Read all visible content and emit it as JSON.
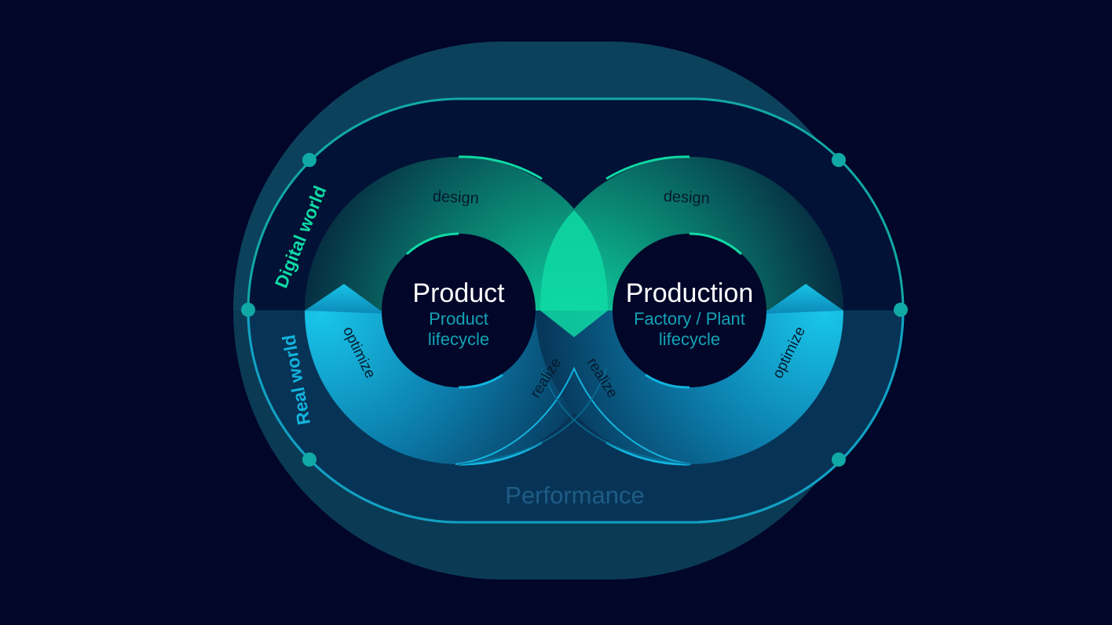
{
  "diagram": {
    "outer_band_label": "Performance",
    "world_labels": {
      "digital": "Digital world",
      "real": "Real world"
    },
    "left_loop": {
      "title": "Product",
      "subtitle_line1": "Product",
      "subtitle_line2": "lifecycle",
      "stage_design": "design",
      "stage_optimize": "optimize",
      "stage_realize": "realize"
    },
    "right_loop": {
      "title": "Production",
      "subtitle_line1": "Factory / Plant",
      "subtitle_line2": "lifecycle",
      "stage_design": "design",
      "stage_optimize": "optimize",
      "stage_realize": "realize"
    },
    "colors": {
      "background": "#020628",
      "digital_accent": "#0fd9a4",
      "real_accent": "#12b4de",
      "track": "#11a9a6",
      "performance_text": "#1f5b86"
    }
  }
}
